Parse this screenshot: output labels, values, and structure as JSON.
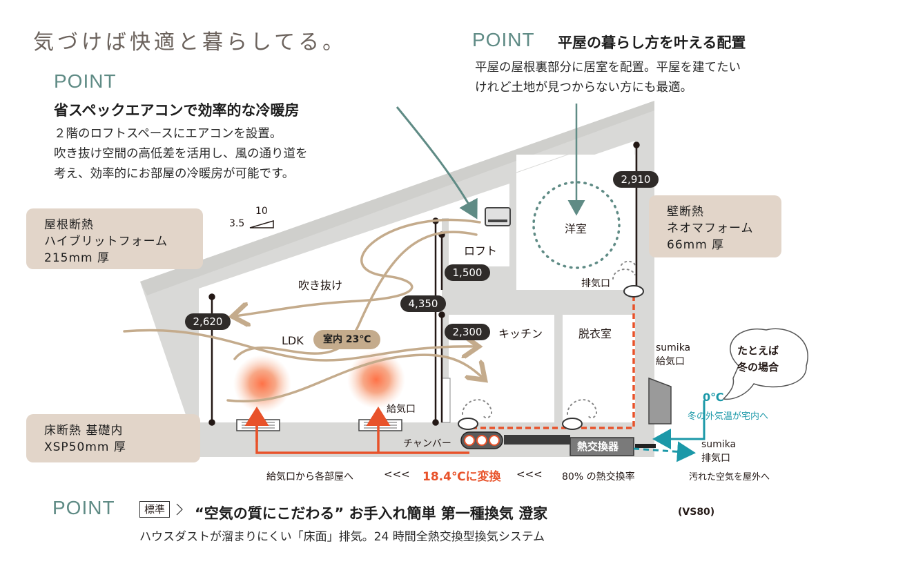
{
  "headline": "気づけば快適と暮らしてる。",
  "point_aircon": {
    "point": "POINT",
    "title": "省スペックエアコンで効率的な冷暖房",
    "desc_1": "２階のロフトスペースにエアコンを設置。",
    "desc_2": "吹き抜け空間の高低差を活用し、風の通り道を",
    "desc_3": "考え、効率的にお部屋の冷暖房が可能です。"
  },
  "point_layout": {
    "point": "POINT",
    "title": "平屋の暮らし方を叶える配置",
    "desc_1": "平屋の屋根裏部分に居室を配置。平屋を建てたい",
    "desc_2": "けれど土地が見つからない方にも最適。"
  },
  "insulation": {
    "roof": [
      "屋根断熱",
      "ハイブリットフォーム",
      "215mm 厚"
    ],
    "wall": [
      "壁断熱",
      "ネオマフォーム",
      "66mm 厚"
    ],
    "floor": [
      "床断熱 基礎内",
      "XSP50mm 厚"
    ]
  },
  "pitch": {
    "rise": "3.5",
    "run": "10"
  },
  "dimensions": {
    "d2910": "2,910",
    "d1500": "1,500",
    "d4350": "4,350",
    "d2620": "2,620",
    "d2300": "2,300"
  },
  "rooms": {
    "western": "洋室",
    "exhaust_upper": "排気口",
    "loft": "ロフト",
    "fukinuke": "吹き抜け",
    "ldk": "LDK",
    "indoor_temp": "室内 23℃",
    "kitchen": "キッチン",
    "dressing": "脱衣室",
    "supply_port": "給気口",
    "chamber": "チャンバー",
    "heat_exchanger": "熱交換器"
  },
  "outside": {
    "sumika_supply": [
      "sumika",
      "給気口"
    ],
    "bubble": [
      "たとえば",
      "冬の場合"
    ],
    "zero": "0℃",
    "winter_air": "冬の外気温が宅内へ",
    "sumika_exhaust": [
      "sumika",
      "排気口"
    ],
    "dirty_air": "汚れた空気を屋外へ"
  },
  "flow": {
    "to_rooms": "給気口から各部屋へ",
    "arrows": "<<<",
    "converted": "18.4℃に変換",
    "rate": "80% の熱交換率"
  },
  "point_air": {
    "point": "POINT",
    "tag": "標準",
    "title": "“空気の質にこだわる” お手入れ簡単 第一種換気 澄家",
    "model": "(VS80)",
    "desc": "ハウスダストが溜まりにくい「床面」排気。24 時間全熱交換型換気システム"
  },
  "colors": {
    "teal": "#5f8b85",
    "orange": "#e8522a",
    "beige_box": "#e2d5c9",
    "house_gray": "#d9d9d7",
    "flow_tan": "#c4ab8c"
  }
}
